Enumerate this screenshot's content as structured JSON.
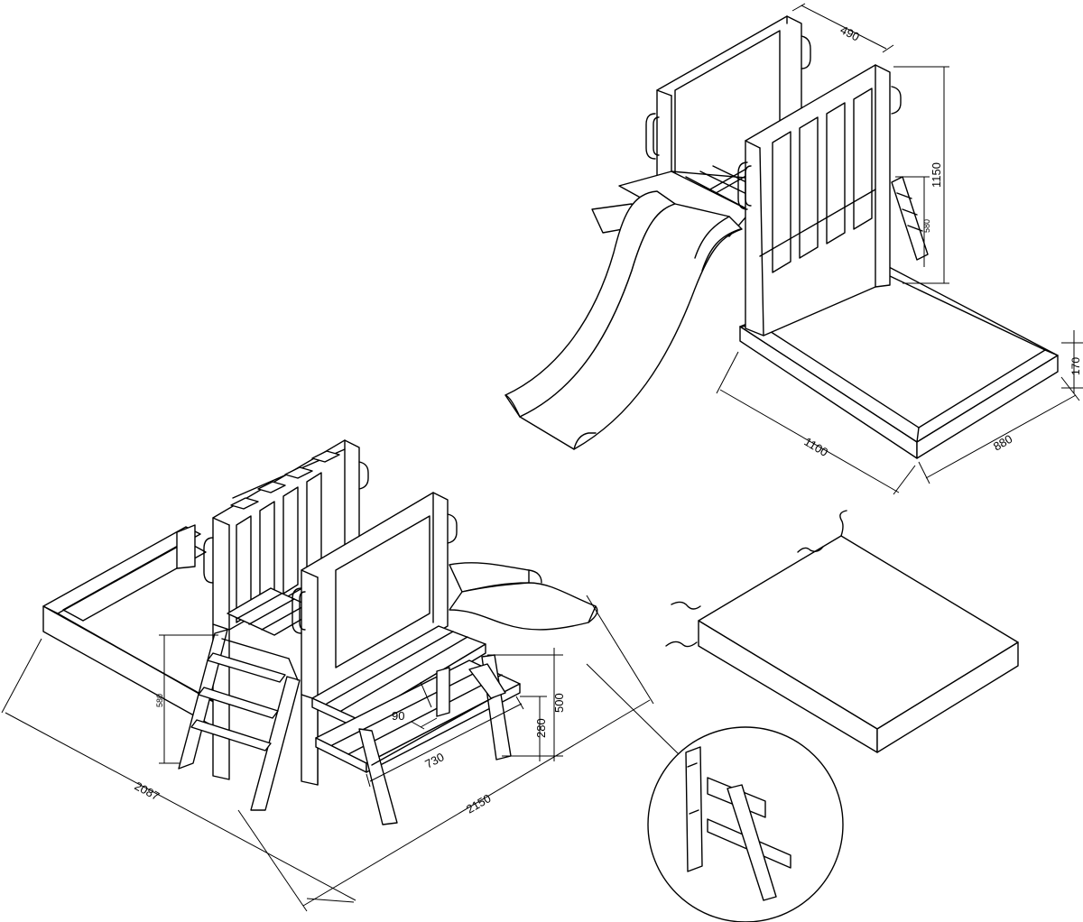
{
  "views": {
    "top": {
      "dimensions": {
        "depth_top": "490",
        "height": "1150",
        "ladder_height": "580",
        "sandbox_height": "170",
        "length": "1100",
        "width": "880"
      }
    },
    "bottom": {
      "dimensions": {
        "ladder_height": "580",
        "total_length": "2087",
        "total_width": "2150",
        "table_height": "500",
        "bench_height": "280",
        "table_length": "730",
        "bench_depth": "90"
      }
    }
  },
  "colors": {
    "line": "#000000",
    "background": "#ffffff"
  }
}
